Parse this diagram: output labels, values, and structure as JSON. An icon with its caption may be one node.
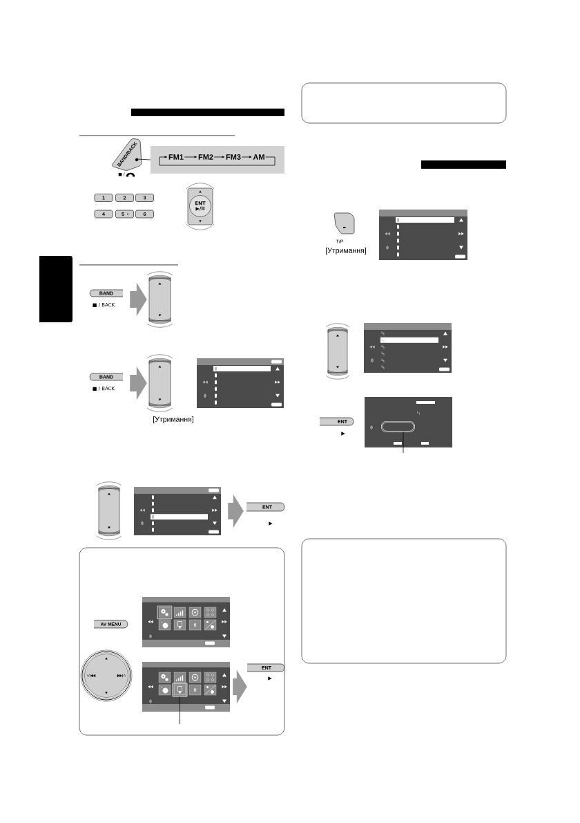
{
  "diagram": {
    "nodes": [
      {
        "text": [
          "BAND/BACK"
        ],
        "beside": [
          "■ /"
        ]
      },
      {
        "text": [],
        "shape": "box"
      },
      {
        "text": [
          "FM1"
        ],
        "in": 1
      },
      {
        "text": [
          "FM2"
        ],
        "in": 1
      },
      {
        "text": [
          "FM3"
        ],
        "in": 1
      },
      {
        "text": [
          "AM"
        ],
        "in": 1
      },
      {
        "text": [
          "1"
        ]
      },
      {
        "text": [
          "2"
        ]
      },
      {
        "text": [
          "3"
        ]
      },
      {
        "text": [
          "4"
        ]
      },
      {
        "text": [
          "5"
        ]
      },
      {
        "text": [
          "6"
        ]
      },
      {
        "text": [
          "ENT",
          "▶/II"
        ]
      },
      {
        "text": [
          "BAND"
        ],
        "beside": [
          "■ / BACK"
        ]
      },
      {
        "text": [],
        "shape": "picture"
      },
      {
        "text": [
          "BAND"
        ],
        "beside": [
          "■ / BACK"
        ]
      },
      {
        "text": [],
        "shape": "picture",
        "beside": [
          "[Утримання]"
        ]
      },
      {
        "text": [],
        "shape": "picture"
      },
      {
        "text": [],
        "shape": "picture"
      },
      {
        "text": [],
        "shape": "picture"
      },
      {
        "text": [
          "ENT"
        ],
        "beside": [
          "▶"
        ]
      },
      {
        "text": [],
        "shape": "box"
      },
      {
        "text": [
          "AV MENU"
        ],
        "in": 21
      },
      {
        "text": [],
        "shape": "picture",
        "in": 21
      },
      {
        "text": [],
        "shape": "picture",
        "in": 21
      },
      {
        "text": [],
        "shape": "picture",
        "in": 21
      },
      {
        "text": [],
        "shape": "box",
        "in": 25
      },
      {
        "text": [
          "ENT"
        ],
        "beside": [
          "▶"
        ],
        "in": 21
      },
      {
        "text": [],
        "shape": "picture",
        "beside": [
          "T/P",
          "[Утримання]"
        ]
      },
      {
        "text": [],
        "shape": "picture"
      },
      {
        "text": [],
        "shape": "picture"
      },
      {
        "text": [],
        "shape": "picture"
      },
      {
        "text": [
          "ENT"
        ],
        "beside": [
          "▶"
        ]
      },
      {
        "text": [],
        "shape": "picture"
      },
      {
        "text": [],
        "shape": "box",
        "in": 33
      },
      {
        "text": [],
        "shape": "box"
      }
    ],
    "edges": [
      {
        "from": 0,
        "to": 1,
        "arrow": "none"
      },
      {
        "from": 2,
        "to": 3,
        "arrow": "to"
      },
      {
        "from": 3,
        "to": 4,
        "arrow": "to"
      },
      {
        "from": 4,
        "to": 5,
        "arrow": "to"
      },
      {
        "from": 5,
        "to": 2,
        "arrow": "to"
      },
      {
        "from": 13,
        "to": 14,
        "arrow": "to",
        "style": "thick",
        "color": "#999999"
      },
      {
        "from": 15,
        "to": 16,
        "arrow": "to",
        "style": "thick",
        "color": "#999999"
      },
      {
        "from": 19,
        "to": 20,
        "arrow": "to",
        "style": "thick",
        "color": "#999999"
      },
      {
        "from": 25,
        "to": 27,
        "arrow": "to",
        "style": "thick",
        "color": "#999999"
      },
      {
        "from": null,
        "to": 26,
        "arrow": "none"
      },
      {
        "from": null,
        "to": 34,
        "arrow": "none"
      }
    ]
  }
}
